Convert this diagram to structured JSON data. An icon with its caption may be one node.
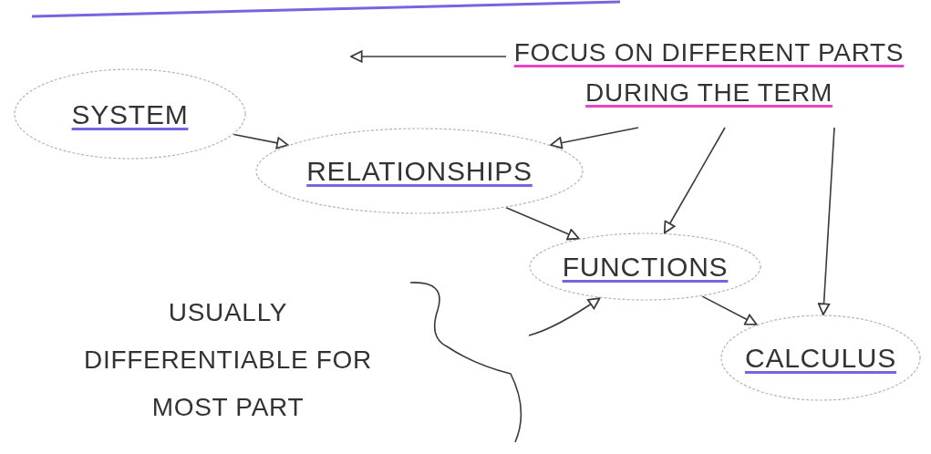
{
  "diagram": {
    "nodes": [
      {
        "text": [
          "SYSTEM"
        ]
      },
      {
        "text": [
          "RELATIONSHIPS"
        ]
      },
      {
        "text": [
          "FUNCTIONS"
        ]
      },
      {
        "text": [
          "CALCULUS"
        ]
      },
      {
        "text": [
          "FOCUS ON DIFFERENT PARTS DURING THE TERM"
        ]
      },
      {
        "text": [
          "USUALLY DIFFERENTIABLE FOR MOST PART"
        ]
      }
    ],
    "edges": [
      {
        "from": 4,
        "to": null,
        "arrow": "to"
      },
      {
        "from": 4,
        "to": 1,
        "arrow": "to"
      },
      {
        "from": 4,
        "to": 2,
        "arrow": "to"
      },
      {
        "from": 4,
        "to": 3,
        "arrow": "to"
      },
      {
        "from": 0,
        "to": 1,
        "arrow": "to"
      },
      {
        "from": 1,
        "to": 2,
        "arrow": "to"
      },
      {
        "from": 2,
        "to": 3,
        "arrow": "to"
      },
      {
        "from": 5,
        "to": 2,
        "arrow": "to"
      }
    ]
  }
}
